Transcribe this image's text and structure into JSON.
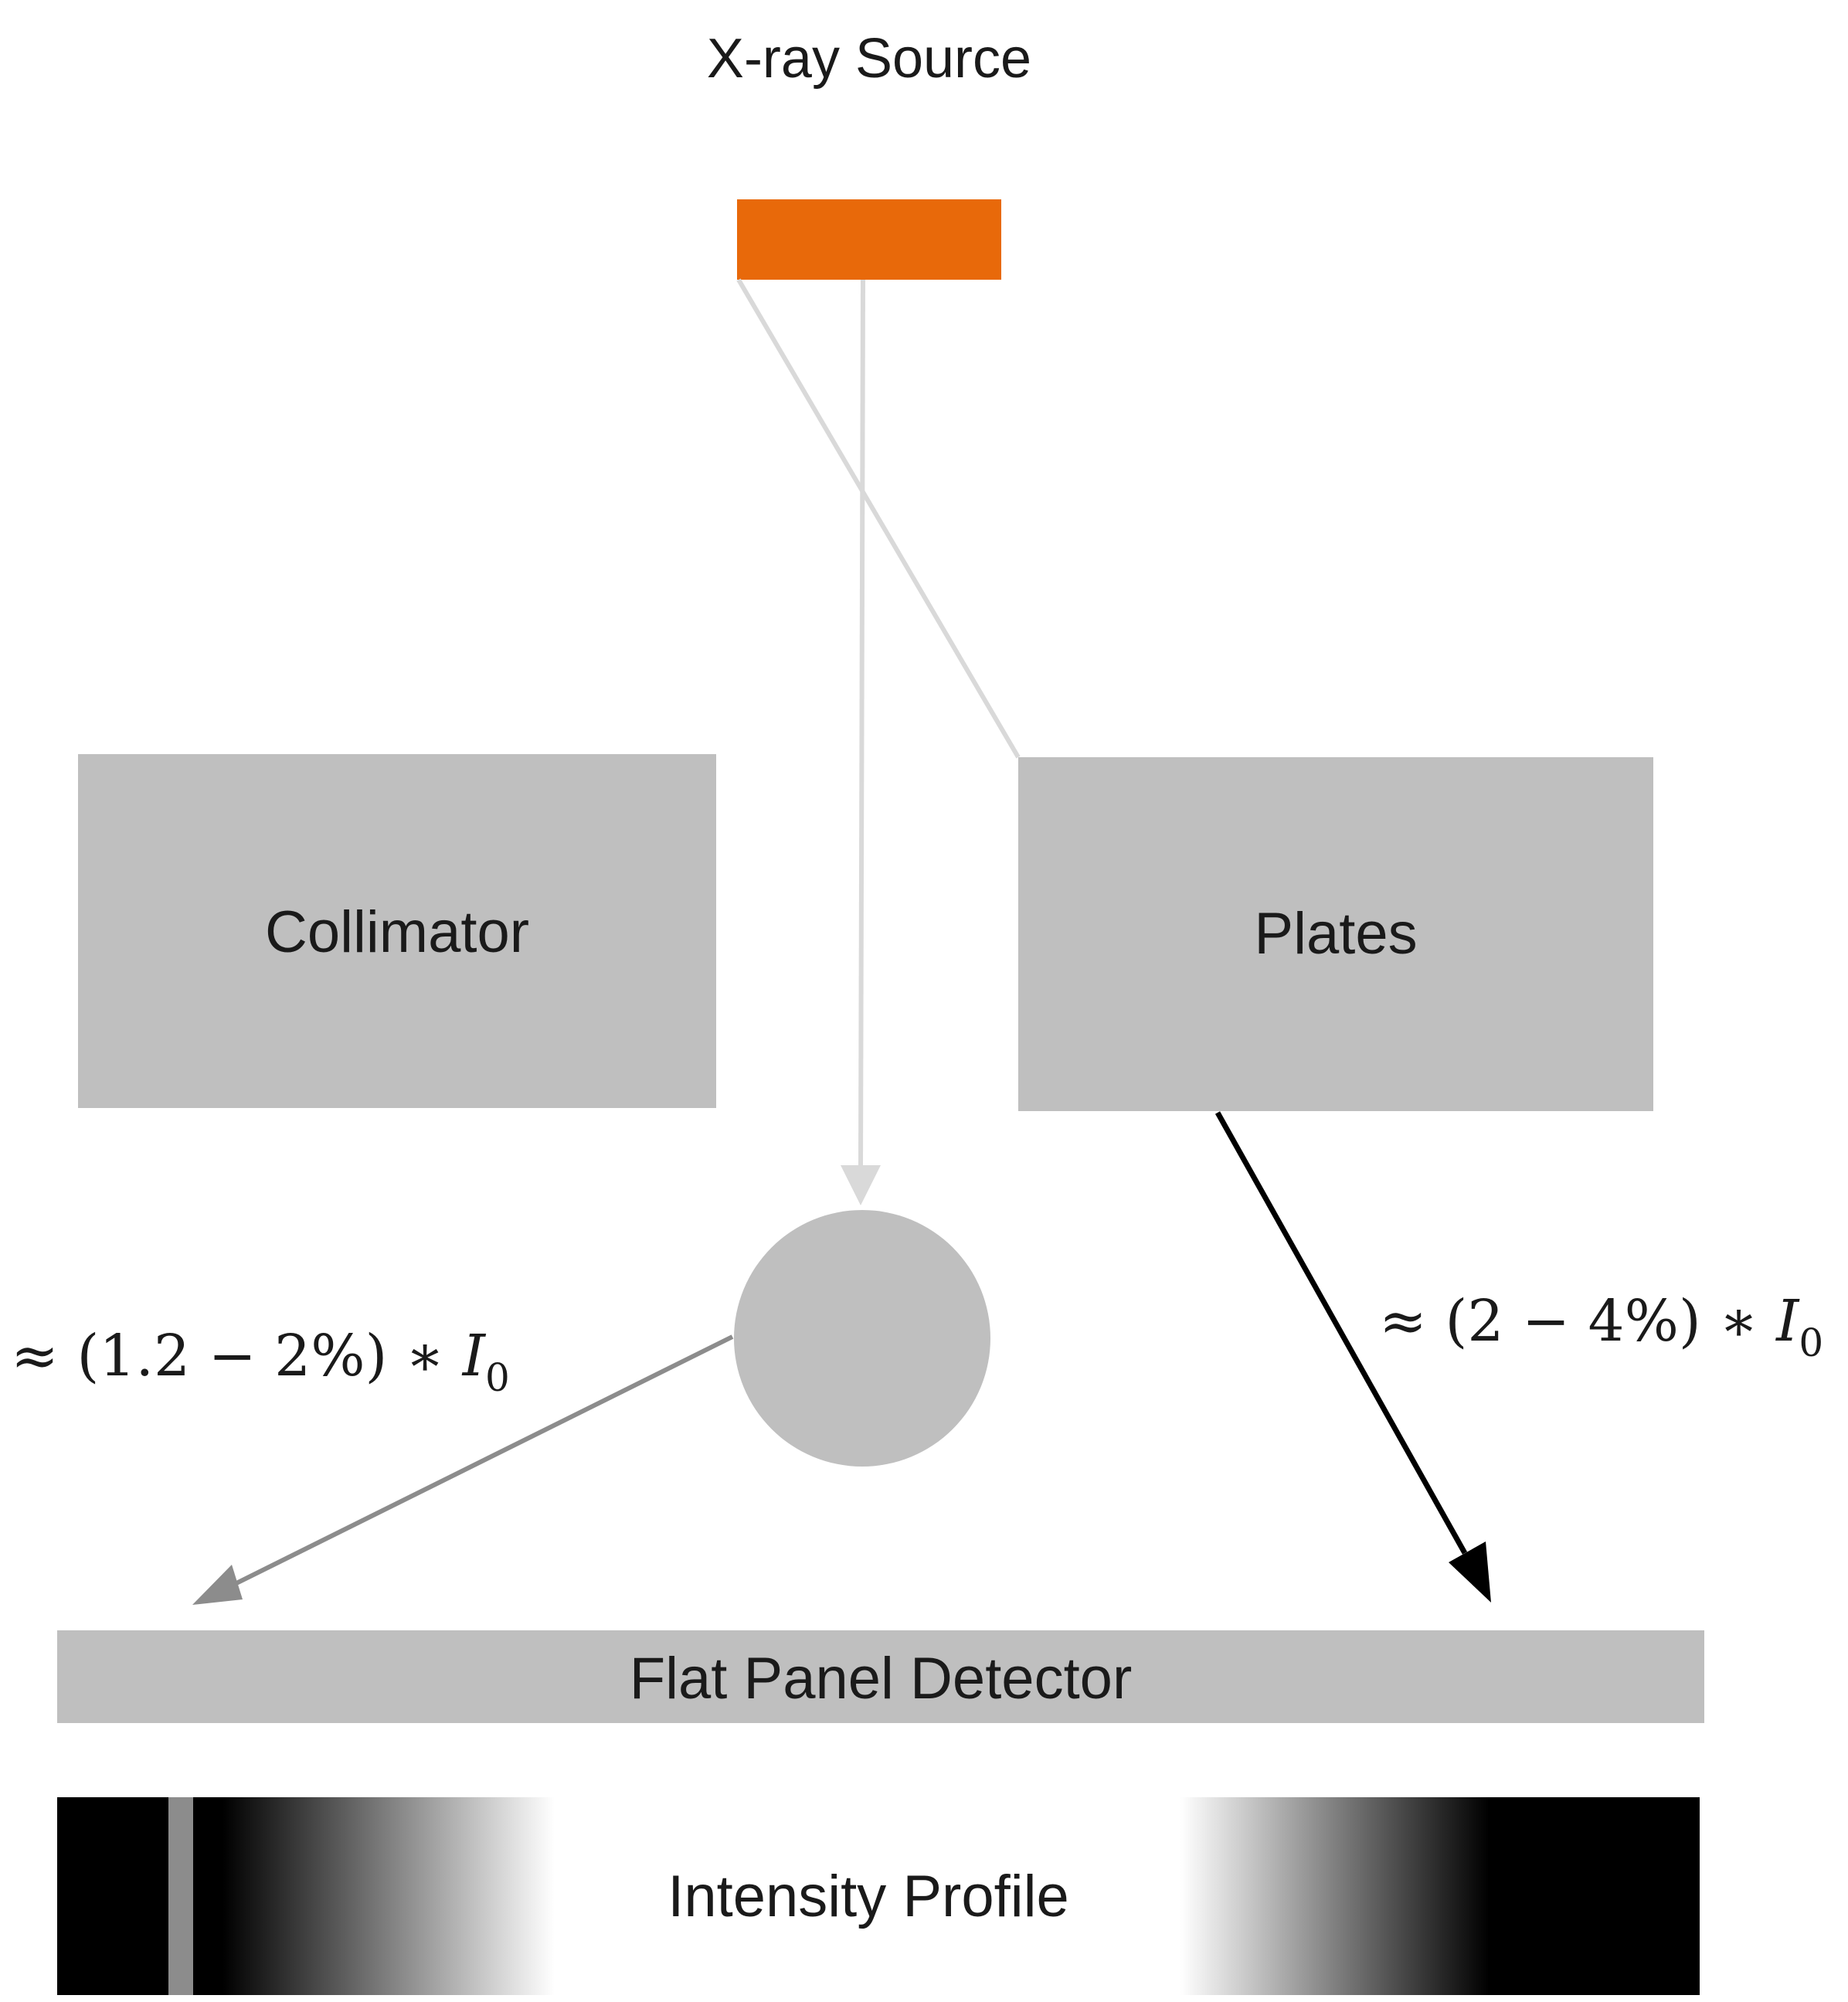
{
  "labels": {
    "source": "X-ray Source",
    "collimator": "Collimator",
    "plates": "Plates",
    "detector": "Flat Panel Detector",
    "profile": "Intensity Profile"
  },
  "annotations": {
    "left": {
      "prefix": "≈ (1.2 − 2%) ∗ ",
      "symbol": "I",
      "subscript": "0"
    },
    "right": {
      "prefix": "≈ (2 − 4%) ∗ ",
      "symbol": "I",
      "subscript": "0"
    }
  },
  "colors": {
    "source": "#E8690A",
    "component": "#BFBFBF",
    "ray_light": "#D9D9D9",
    "ray_medium": "#8C8C8C",
    "ray_dark": "#000000"
  }
}
